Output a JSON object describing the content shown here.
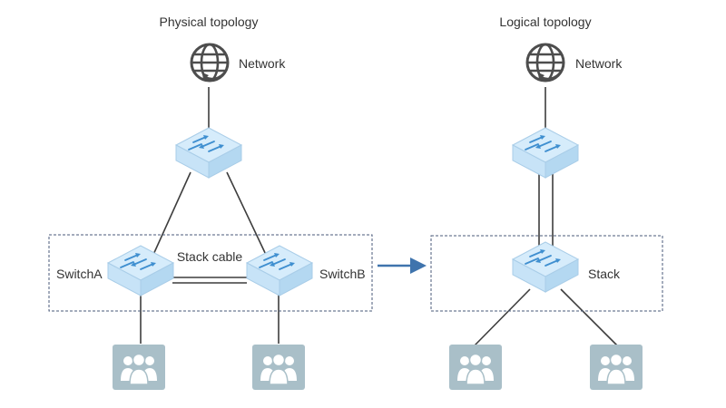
{
  "physical": {
    "title": "Physical topology",
    "network_label": "Network",
    "switch_a_label": "SwitchA",
    "switch_b_label": "SwitchB",
    "stack_cable_label": "Stack cable"
  },
  "logical": {
    "title": "Logical topology",
    "network_label": "Network",
    "stack_label": "Stack"
  },
  "icons": {
    "network": "globe-network-icon",
    "switch": "switch-icon",
    "user_group": "user-group-icon",
    "arrow": "arrow-right-icon"
  },
  "colors": {
    "switch_top": "#d6ecfb",
    "switch_side": "#b4d8f1",
    "switch_arrow": "#3f8fd0",
    "user_box": "#a9bfc8",
    "line": "#3d3d3d",
    "frame": "#4a5a78",
    "arrow": "#3f74ad",
    "globe": "#4d4d4d"
  }
}
